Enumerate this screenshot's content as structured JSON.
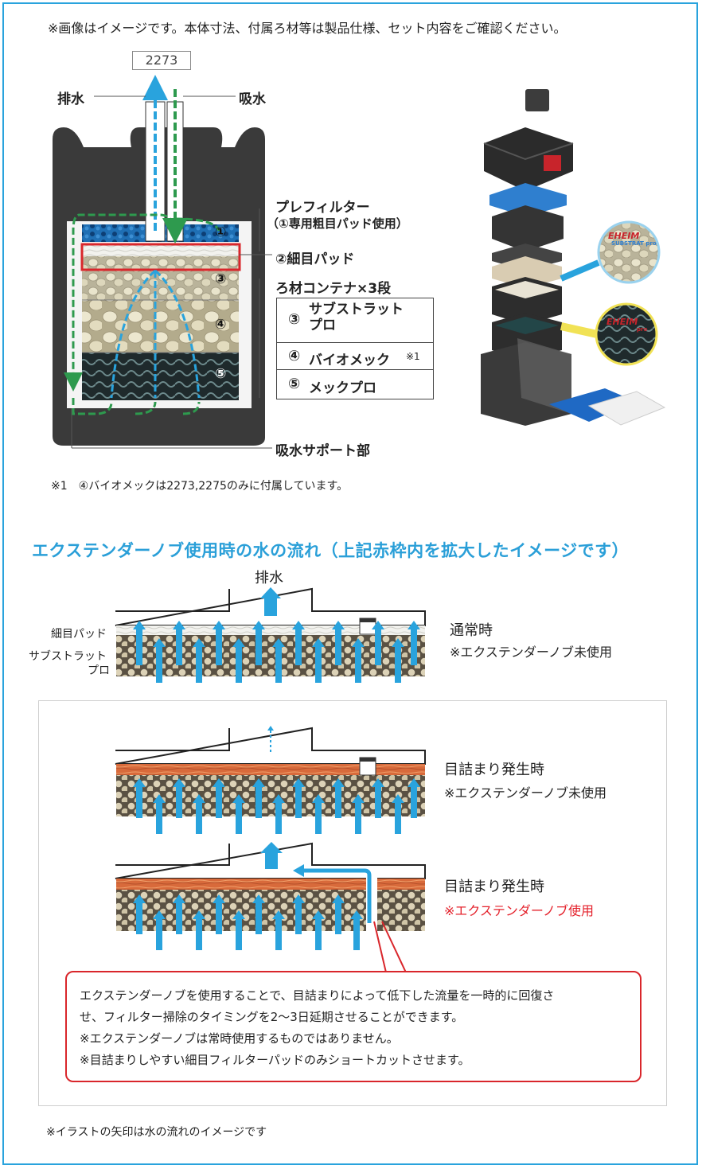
{
  "header_note": "※画像はイメージです。本体寸法、付属ろ材等は製品仕様、セット内容をご確認ください。",
  "model": "2273",
  "diagram": {
    "outlet": "排水",
    "inlet": "吸水",
    "prefilter_title": "プレフィルター",
    "prefilter_sub": "（①専用粗目パッド使用）",
    "fine_pad": "②細目パッド",
    "container_title": "ろ材コンテナ×3段",
    "items": [
      {
        "num": "③",
        "label": "サブストラット\nプロ"
      },
      {
        "num": "④",
        "label": "バイオメック",
        "note": "※1"
      },
      {
        "num": "⑤",
        "label": "メックプロ"
      }
    ],
    "layer_nums": [
      "①",
      "③",
      "④",
      "⑤"
    ],
    "support": "吸水サポート部"
  },
  "product": {
    "brand": "EHEIM",
    "media_1": "SUBSTRAT pro",
    "media_2": "pro"
  },
  "footnote_1": "※1　④バイオメックは2273,2275のみに付属しています。",
  "flow_title": "エクステンダーノブ使用時の水の流れ（上記赤枠内を拡大したイメージです）",
  "flow": {
    "outlet": "排水",
    "pad_label": "細目パッド",
    "media_label_1": "サブストラット",
    "media_label_2": "プロ",
    "normal_title": "通常時",
    "normal_sub": "※エクステンダーノブ未使用",
    "clog_title": "目詰まり発生時",
    "clog_sub": "※エクステンダーノブ未使用",
    "clog2_title": "目詰まり発生時",
    "clog2_sub": "※エクステンダーノブ使用"
  },
  "explanation": [
    "エクステンダーノブを使用することで、目詰まりによって低下した流量を一時的に回復さ",
    "せ、フィルター掃除のタイミングを2〜3日延期させることができます。",
    "※エクステンダーノブは常時使用するものではありません。",
    "※目詰まりしやすい細目フィルターパッドのみショートカットさせます。"
  ],
  "bottom_note": "※イラストの矢印は水の流れのイメージです",
  "colors": {
    "frame": "#29a3dd",
    "blue_arrow": "#29a3dd",
    "green_arrow": "#2e9a4e",
    "red": "#d9262b",
    "clog_orange": "#d9693a"
  }
}
